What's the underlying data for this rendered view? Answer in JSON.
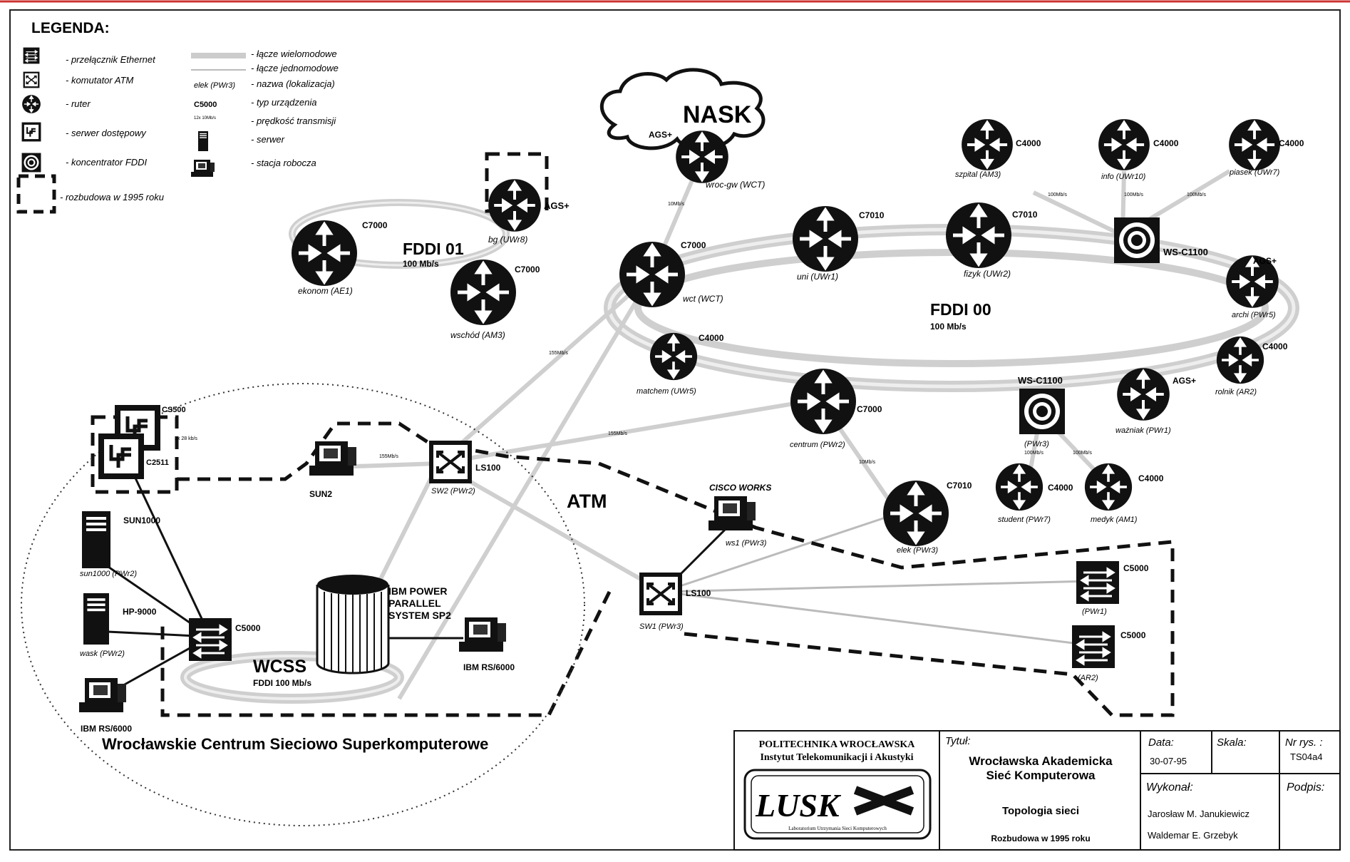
{
  "legend": {
    "title": "LEGENDA:",
    "items": [
      {
        "icon": "ethernet-switch-icon",
        "label": "- przełącznik Ethernet"
      },
      {
        "icon": "atm-switch-icon",
        "label": "- komutator ATM"
      },
      {
        "icon": "router-icon",
        "label": "- ruter"
      },
      {
        "icon": "access-server-icon",
        "label": "- serwer dostępowy"
      },
      {
        "icon": "fddi-concentrator-icon",
        "label": "- koncentrator FDDI"
      },
      {
        "icon": "expansion-dashed-box",
        "label": "- rozbudowa w 1995 roku"
      }
    ],
    "items2": [
      {
        "sample": "",
        "label": "- łącze wielomodowe"
      },
      {
        "sample": "",
        "label": "- łącze jednomodowe"
      },
      {
        "sample": "elek (PWr3)",
        "label": "- nazwa (lokalizacja)"
      },
      {
        "sample": "C5000",
        "label": "- typ urządzenia"
      },
      {
        "sample": "12x 10Mb/s",
        "label": "- prędkość transmisji"
      },
      {
        "sample": "",
        "label": "- serwer"
      },
      {
        "sample": "",
        "label": "- stacja robocza"
      }
    ]
  },
  "networks": {
    "nask": "NASK",
    "fddi01": "FDDI 01",
    "fddi01_speed": "100 Mb/s",
    "fddi00": "FDDI 00",
    "fddi00_speed": "100 Mb/s",
    "atm": "ATM",
    "wcss": "WCSS",
    "wcss_speed": "FDDI 100 Mb/s",
    "wcss_full": "Wrocławskie Centrum Sieciowo Superkomputerowe",
    "ibm_sp2": [
      "IBM POWER",
      "PARALLEL",
      "SYSTEM SP2"
    ]
  },
  "routers": [
    {
      "id": "wroc-gw",
      "name": "wroc-gw (WCT)",
      "type": "AGS+"
    },
    {
      "id": "bg",
      "name": "bg (UWr8)",
      "type": "AGS+"
    },
    {
      "id": "ekonom",
      "name": "ekonom (AE1)",
      "type": "C7000"
    },
    {
      "id": "wschod",
      "name": "wschód (AM3)",
      "type": "C7000"
    },
    {
      "id": "wct",
      "name": "wct (WCT)",
      "type": "C7000"
    },
    {
      "id": "uni",
      "name": "uni (UWr1)",
      "type": "C7010"
    },
    {
      "id": "fizyk",
      "name": "fizyk (UWr2)",
      "type": "C7010"
    },
    {
      "id": "szpital",
      "name": "szpital (AM3)",
      "type": "C4000"
    },
    {
      "id": "info",
      "name": "info (UWr10)",
      "type": "C4000"
    },
    {
      "id": "piasek",
      "name": "piasek (UWr7)",
      "type": "C4000"
    },
    {
      "id": "archi",
      "name": "archi (PWr5)",
      "type": "AGS+"
    },
    {
      "id": "rolnik",
      "name": "rolnik (AR2)",
      "type": "C4000"
    },
    {
      "id": "wazniak",
      "name": "ważniak (PWr1)",
      "type": "AGS+"
    },
    {
      "id": "matchem",
      "name": "matchem (UWr5)",
      "type": "C4000"
    },
    {
      "id": "centrum",
      "name": "centrum (PWr2)",
      "type": "C7000"
    },
    {
      "id": "elek",
      "name": "elek (PWr3)",
      "type": "C7010"
    },
    {
      "id": "student",
      "name": "student (PWr7)",
      "type": "C4000"
    },
    {
      "id": "medyk",
      "name": "medyk (AM1)",
      "type": "C4000"
    }
  ],
  "concentrators": [
    {
      "id": "ws1",
      "name": "",
      "type": "WS-C1100"
    },
    {
      "id": "ws2",
      "name": "(PWr3)",
      "type": "WS-C1100"
    }
  ],
  "atm_switches": [
    {
      "id": "sw2",
      "name": "SW2 (PWr2)",
      "type": "LS100"
    },
    {
      "id": "sw1",
      "name": "SW1 (PWr3)",
      "type": "LS100"
    }
  ],
  "eth_switches": [
    {
      "id": "c5000-wcss",
      "name": "",
      "type": "C5000"
    },
    {
      "id": "c5000-pwr1",
      "name": "(PWr1)",
      "type": "C5000"
    },
    {
      "id": "c5000-ar2",
      "name": "(AR2)",
      "type": "C5000"
    }
  ],
  "servers": [
    {
      "id": "cs500",
      "type": "CS500"
    },
    {
      "id": "c2511",
      "type": "C2511"
    },
    {
      "id": "sun1000",
      "name": "sun1000 (PWr2)",
      "type": "SUN1000"
    },
    {
      "id": "hp9000",
      "name": "wask (PWr2)",
      "type": "HP-9000"
    }
  ],
  "workstations": [
    {
      "id": "sun2",
      "name": "SUN2"
    },
    {
      "id": "ibmrs-left",
      "name": "IBM RS/6000"
    },
    {
      "id": "ibmrs-right",
      "name": "IBM RS/6000"
    },
    {
      "id": "ciscoworks",
      "name": "CISCO WORKS",
      "loc": "ws1 (PWr3)"
    }
  ],
  "speeds": {
    "s10": "10Mb/s",
    "s155a": "155Mb/s",
    "s155b": "155Mb/s",
    "s155c": "155Mb/s",
    "s10b": "10Mb/s",
    "s100a": "100Mb/s",
    "s100b": "100Mb/s",
    "s100c": "100Mb/s",
    "s100d": "100Mb/s",
    "s100e": "100Mb/s",
    "s2x": "2x 28 kb/s"
  },
  "titleblock": {
    "org1": "POLITECHNIKA WROCŁAWSKA",
    "org2": "Instytut Telekomunikacji i Akustyki",
    "logo": "LUSK",
    "logo_sub": "Laboratorium Utrzymania Sieci Komputerowych",
    "title_label": "Tytuł:",
    "title1": "Wrocławska Akademicka",
    "title2": "Sieć Komputerowa",
    "subtitle": "Topologia sieci",
    "expansion": "Rozbudowa w 1995 roku",
    "date_label": "Data:",
    "date": "30-07-95",
    "scale_label": "Skala:",
    "drawing_label": "Nr rys. :",
    "drawing_no": "TS04a4",
    "author_label": "Wykonał:",
    "author1": "Jarosław M. Janukiewicz",
    "author2": "Waldemar E. Grzebyk",
    "sign_label": "Podpis:"
  }
}
